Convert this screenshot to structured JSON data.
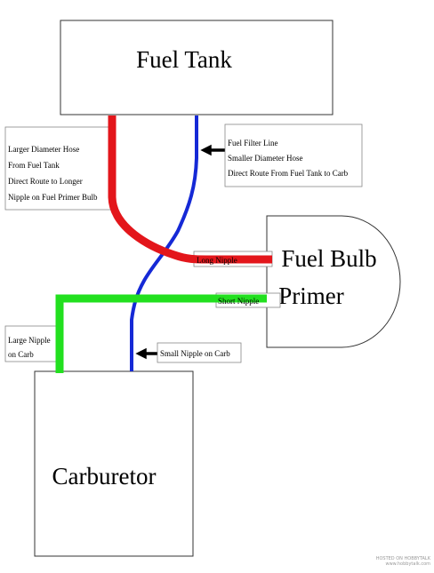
{
  "components": {
    "fuel_tank": "Fuel Tank",
    "carburetor": "Carburetor",
    "primer_line1": "Fuel Bulb",
    "primer_line2": "Primer"
  },
  "labels": {
    "larger_hose": [
      "Larger Diameter Hose",
      "From Fuel Tank",
      "Direct Route to Longer",
      "Nipple on Fuel Primer Bulb"
    ],
    "filter_line": [
      "Fuel Filter Line",
      "Smaller Diameter Hose",
      "Direct Route From Fuel Tank to Carb"
    ],
    "long_nipple": "Long Nipple",
    "short_nipple": "Short Nipple",
    "large_nipple": [
      "Large Nipple",
      "on Carb"
    ],
    "small_nipple": "Small Nipple on Carb"
  },
  "colors": {
    "red_line": "#e3161b",
    "blue_line": "#1529d6",
    "green_line": "#22e01f"
  },
  "watermark": {
    "line1": "HOSTED ON HOBBYTALK",
    "line2": "www.hobbytalk.com"
  }
}
